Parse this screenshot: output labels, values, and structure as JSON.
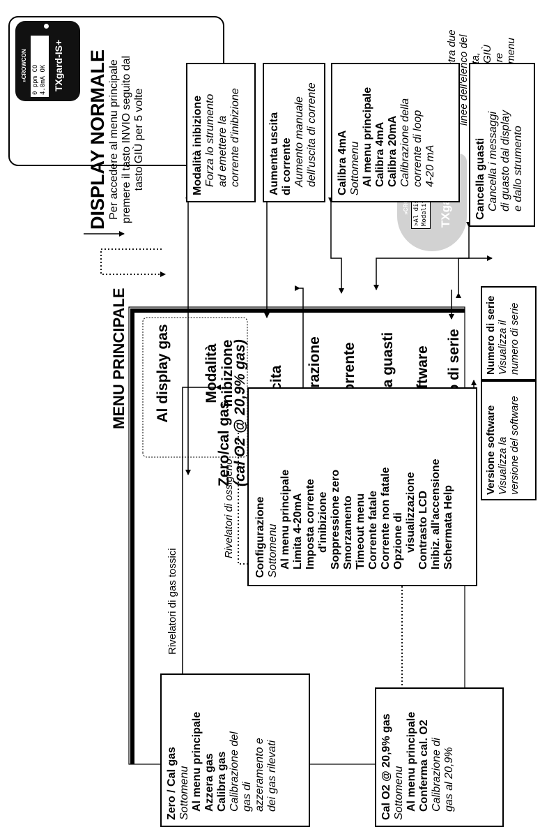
{
  "normal_display": {
    "title": "DISPLAY NORMALE",
    "lines": [
      "Per accedere al menu principale",
      "premere il tasto INVIO seguito dal",
      "tasto GIÙ per 5 volte"
    ]
  },
  "device_left": {
    "brand": "»CROWCON",
    "model": "TXgard-IS+",
    "lcd": [
      "0 ppm       CO",
      "4.0mA       OK"
    ]
  },
  "device_right": {
    "brand": "»CROWCON",
    "model": "TXgard-IS+",
    "lcd": [
      ">Al display gas",
      " Modalità inibi↓"
    ]
  },
  "display_note": [
    "Il display mostra due",
    "linee dell'elenco del",
    "menu alla volta,",
    "usare il tasto GIÙ",
    "per visualizzare",
    "altre voci del menu"
  ],
  "main_menu": {
    "title": "MENU PRINCIPALE",
    "items": [
      [
        "Al display gas"
      ],
      [
        "Modalità",
        "inibizione"
      ],
      [
        "Zero/cal gas"
      ],
      [
        "(cal O2 @ 20,9% gas)"
      ],
      [
        "Aumenta uscita",
        "di corrente"
      ],
      [
        "Configurazione"
      ],
      [
        "Calibrazione corrente"
      ],
      [
        "Cancella guasti"
      ],
      [
        "Versione software"
      ],
      [
        "Numero di serie"
      ]
    ]
  },
  "submenus": {
    "inhibit": {
      "title": "Modalità inibizione",
      "desc": [
        "Forza lo strumento",
        "ad emettere la",
        "corrente d'inibizione"
      ]
    },
    "boost": {
      "title": [
        "Aumenta uscita",
        "di corrente"
      ],
      "desc": [
        "Aumento manuale",
        "dell'uscita di corrente"
      ]
    },
    "calib": {
      "title": "Calibra 4mA",
      "sub": "Sottomenu",
      "items": [
        "Al menu principale",
        "Calibra 4mA",
        "Calibra 20mA"
      ],
      "desc": [
        "Calibrazione della",
        "corrente di loop",
        "4-20 mA"
      ]
    },
    "faults": {
      "title": "Cancella guasti",
      "desc": [
        "Cancella i messaggi",
        "di guasto dal display",
        "e dallo strumento"
      ]
    },
    "serial": {
      "title": "Numero di serie",
      "desc": [
        "Visualizza il",
        "numero di serie"
      ]
    },
    "software": {
      "title": "Versione software",
      "desc": [
        "Visualizza la",
        "versione del software"
      ]
    },
    "config": {
      "title": "Configurazione",
      "sub": "Sottomenu",
      "items": [
        "Al menu principale",
        "Limita 4-20mA",
        "Imposta corrente",
        "d'inibizione",
        "Soppressione zero",
        "Smorzamento",
        "Timeout menu",
        "Corrente fatale",
        "Corrente non fatale",
        "Opzione di",
        "visualizzazione",
        "Contrasto LCD",
        "Inibiz. all'accensione",
        "Schermata Help"
      ]
    },
    "zero": {
      "title": "Zero / Cal gas",
      "sub": "Sottomenu",
      "items": [
        "Al menu principale",
        "Azzera gas",
        "Calibra gas"
      ],
      "desc": [
        "Calibrazione del",
        "gas di",
        "azzeramento e",
        "dei gas rilevati"
      ]
    },
    "o2": {
      "title": "Cal O2 @ 20,9% gas",
      "sub": "Sottomenu",
      "items": [
        "Al menu principale",
        "Conferma cal. O2"
      ],
      "desc": [
        "Calibrazione di",
        "gas al 20,9%"
      ]
    }
  },
  "labels": {
    "toxic": "Rivelatori di gas tossici",
    "oxygen": "Rivelatori di ossigeno"
  }
}
